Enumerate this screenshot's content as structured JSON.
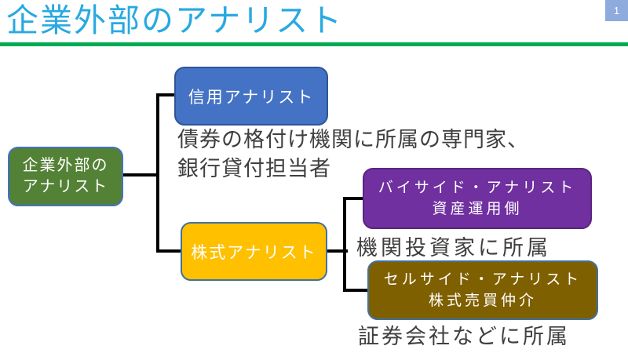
{
  "colors": {
    "title": "#29A9E1",
    "rule": "#00AC52",
    "badge_bg": "#8FAADC",
    "root_box": "#538135",
    "credit_box": "#4472C4",
    "equity_box": "#FFC000",
    "buyside_box": "#7030A0",
    "sellside_box": "#7F6000",
    "connector": "#000000",
    "body_text": "#3F3F3F"
  },
  "slide": {
    "title": "企業外部のアナリスト",
    "page_number": "1"
  },
  "diagram": {
    "root": {
      "label_lines": [
        "企業外部の",
        "アナリスト"
      ]
    },
    "credit": {
      "label": "信用アナリスト",
      "note_lines": [
        "債券の格付け機関に所属の専門家、",
        "銀行貸付担当者"
      ]
    },
    "equity": {
      "label": "株式アナリスト"
    },
    "buyside": {
      "label_lines": [
        "バイサイド・アナリスト",
        "資産運用側"
      ],
      "note": "機関投資家に所属"
    },
    "sellside": {
      "label_lines": [
        "セルサイド・アナリスト",
        "株式売買仲介"
      ],
      "note": "証券会社などに所属"
    }
  }
}
